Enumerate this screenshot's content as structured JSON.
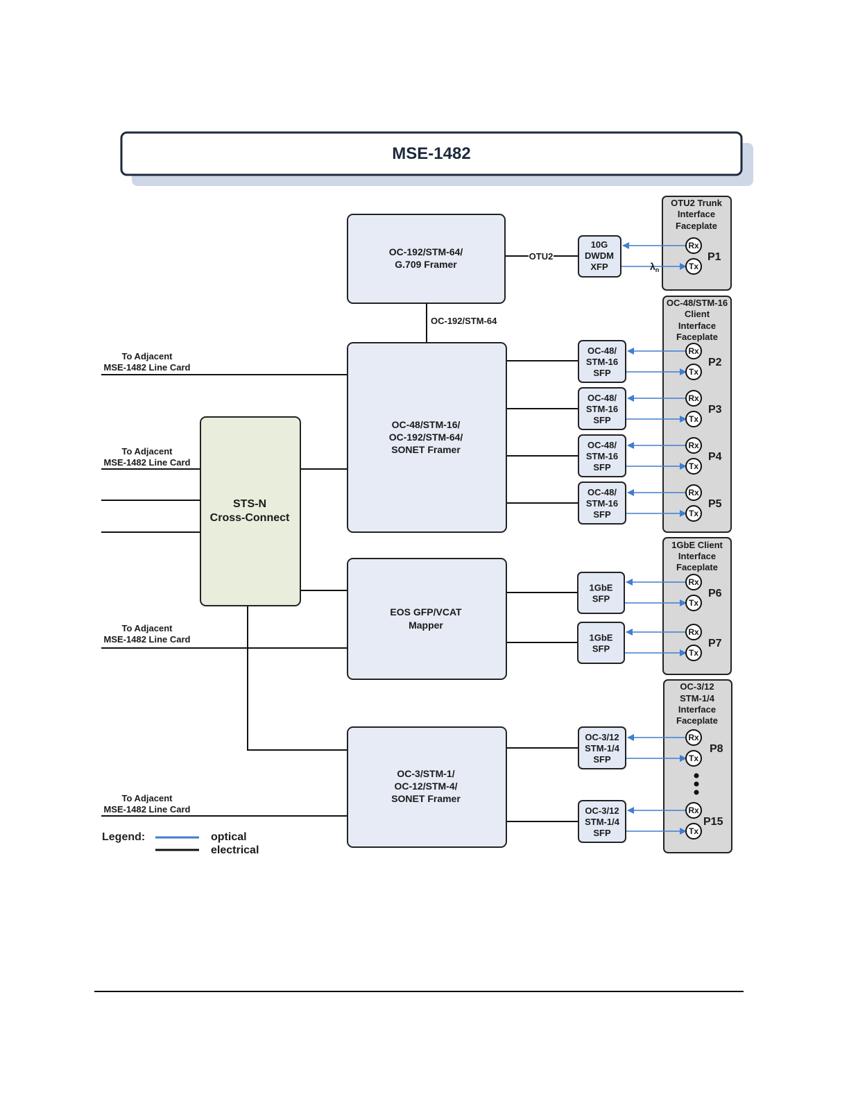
{
  "title": "MSE-1482",
  "blocks": {
    "g709_framer": [
      "OC-192/STM-64/",
      "G.709 Framer"
    ],
    "sonet_framer_hi": [
      "OC-48/STM-16/",
      "OC-192/STM-64/",
      "SONET Framer"
    ],
    "cross_connect": [
      "STS-N",
      "Cross-Connect"
    ],
    "eos_mapper": [
      "EOS GFP/VCAT",
      "Mapper"
    ],
    "sonet_framer_lo": [
      "OC-3/STM-1/",
      "OC-12/STM-4/",
      "SONET Framer"
    ]
  },
  "links": {
    "otu2": "OTU2",
    "oc192": "OC-192/STM-64",
    "lambda": "λ",
    "lambda_sub": "n"
  },
  "adjacent_label": [
    "To Adjacent",
    "MSE-1482 Line Card"
  ],
  "modules": {
    "xfp": [
      "10G",
      "DWDM",
      "XFP"
    ],
    "oc48_sfp": [
      "OC-48/",
      "STM-16",
      "SFP"
    ],
    "gbe_sfp": [
      "1GbE",
      "SFP"
    ],
    "oc3_sfp": [
      "OC-3/12",
      "STM-1/4",
      "SFP"
    ]
  },
  "faceplates": {
    "otu2": [
      "OTU2 Trunk",
      "Interface",
      "Faceplate"
    ],
    "oc48": [
      "OC-48/STM-16",
      "Client",
      "Interface",
      "Faceplate"
    ],
    "gbe": [
      "1GbE Client",
      "Interface",
      "Faceplate"
    ],
    "oc3": [
      "OC-3/12",
      "STM-1/4",
      "Interface",
      "Faceplate"
    ]
  },
  "ports": [
    "P1",
    "P2",
    "P3",
    "P4",
    "P5",
    "P6",
    "P7",
    "P8",
    "P15"
  ],
  "rx_label": "Rx",
  "tx_label": "Tx",
  "legend": {
    "title": "Legend:",
    "optical": "optical",
    "electrical": "electrical",
    "optical_color": "#3f7dd0",
    "electrical_color": "#111111"
  }
}
